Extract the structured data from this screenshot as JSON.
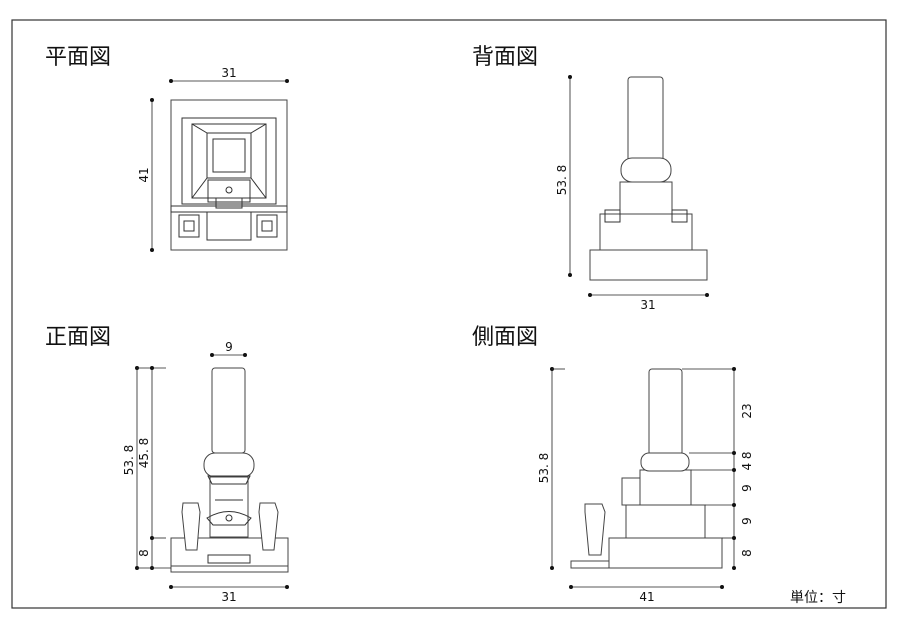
{
  "views": {
    "plan": {
      "title": "平面図",
      "width": "31",
      "depth": "41"
    },
    "back": {
      "title": "背面図",
      "height": "53. 8",
      "width": "31"
    },
    "front": {
      "title": "正面図",
      "pillar_width": "9",
      "total_height": "53. 8",
      "upper_height": "45. 8",
      "base_height": "8",
      "width": "31"
    },
    "side": {
      "title": "側面図",
      "total_height": "53. 8",
      "pillar": "23",
      "band": "4 8",
      "upper_block": "9",
      "middle_block": "9",
      "base": "8",
      "width": "41"
    }
  },
  "unit_label": "単位：寸"
}
